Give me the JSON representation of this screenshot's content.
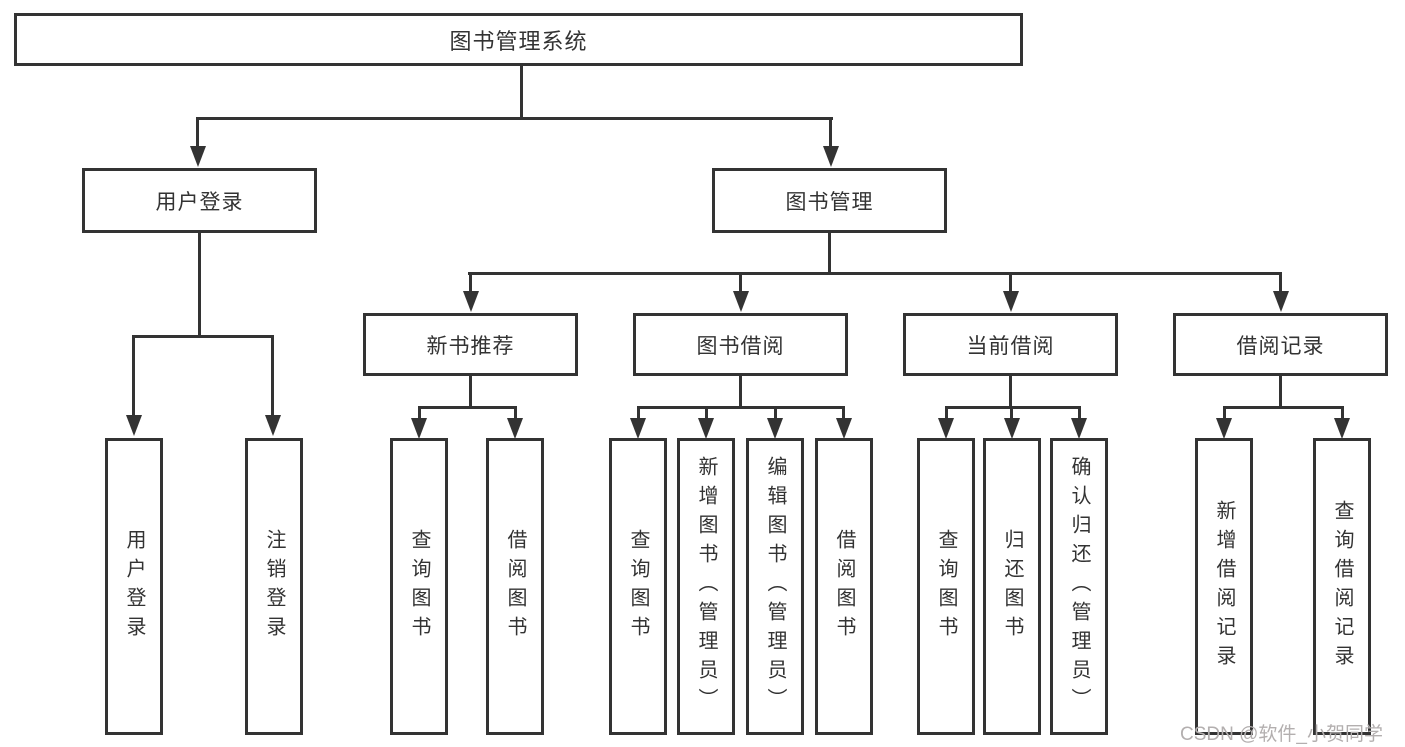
{
  "tree": {
    "label": "图书管理系统",
    "children": [
      {
        "label": "用户登录",
        "children": [
          {
            "label": "用户登录"
          },
          {
            "label": "注销登录"
          }
        ]
      },
      {
        "label": "图书管理",
        "children": [
          {
            "label": "新书推荐",
            "children": [
              {
                "label": "查询图书"
              },
              {
                "label": "借阅图书"
              }
            ]
          },
          {
            "label": "图书借阅",
            "children": [
              {
                "label": "查询图书"
              },
              {
                "label": "新增图书（管理员）"
              },
              {
                "label": "编辑图书（管理员）"
              },
              {
                "label": "借阅图书"
              }
            ]
          },
          {
            "label": "当前借阅",
            "children": [
              {
                "label": "查询图书"
              },
              {
                "label": "归还图书"
              },
              {
                "label": "确认归还（管理员）"
              }
            ]
          },
          {
            "label": "借阅记录",
            "children": [
              {
                "label": "新增借阅记录"
              },
              {
                "label": "查询借阅记录"
              }
            ]
          }
        ]
      }
    ]
  },
  "watermark": {
    "text": "CSDN @软件_小贺同学"
  },
  "colors": {
    "line": "#333333",
    "text": "#333333",
    "background": "#ffffff",
    "watermark": "#b3afaf"
  }
}
